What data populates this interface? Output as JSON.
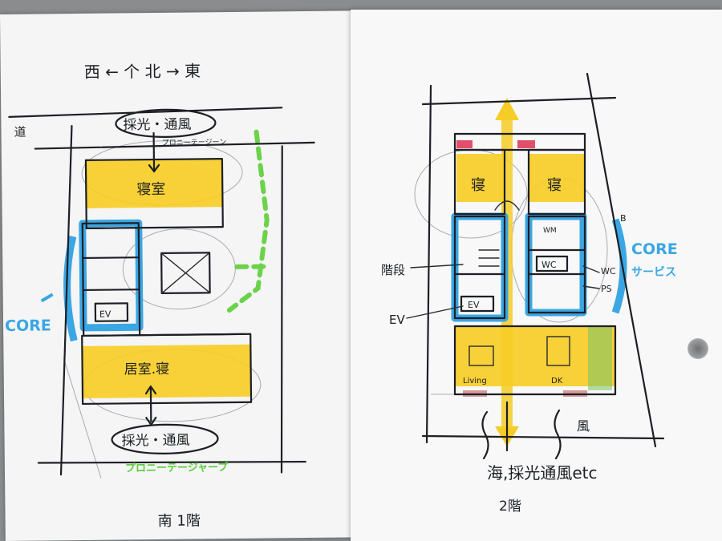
{
  "left_sheet": {
    "compass": "西 ← 个 北 → 東",
    "road": "道",
    "north_bubble": "採光・通風",
    "north_note": "プロニーテージーン",
    "room_top": "寝室",
    "room_bottom": "居室.寝",
    "ev_label": "EV",
    "south_bubble": "採光・通風",
    "green_note": "プロニーテージャープ",
    "core_label": "CORE",
    "footer": "南   1階"
  },
  "right_sheet": {
    "room_a": "寝",
    "room_b": "寝",
    "stairs_label": "階段",
    "ev_label": "EV",
    "ev_box": "EV",
    "wm_label": "WM",
    "wc_box": "WC",
    "wc_label": "WC",
    "ps_label": "PS",
    "b_label": "B",
    "core_label": "CORE",
    "service_label": "サービス",
    "living_label": "Living",
    "dk_label": "DK",
    "wind_label": "風",
    "sea_note": "海,採光通風etc",
    "footer": "2階"
  },
  "colors": {
    "yellow": "#f6cd26",
    "blue": "#3aa6e4",
    "green": "#6cd24a",
    "red": "#e0506a",
    "ink": "#1d1f24"
  }
}
